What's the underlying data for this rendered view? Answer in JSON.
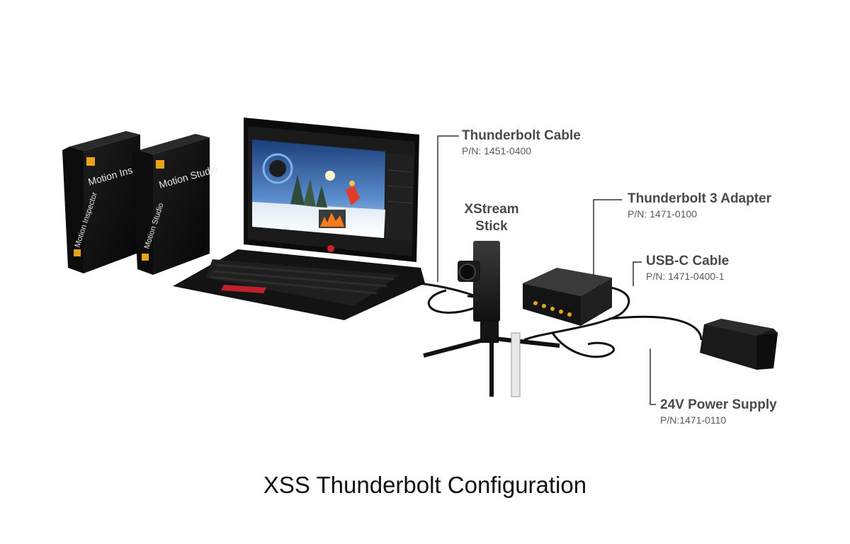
{
  "components": {
    "thunderbolt_cable": {
      "name": "Thunderbolt Cable",
      "pn": "P/N: 1451-0400"
    },
    "tb3_adapter": {
      "name": "Thunderbolt 3 Adapter",
      "pn": "P/N: 1471-0100"
    },
    "usbc_cable": {
      "name": "USB-C Cable",
      "pn": "P/N: 1471-0400-1"
    },
    "power_supply": {
      "name": "24V Power Supply",
      "pn": "P/N:1471-0110"
    },
    "xstream_stick": {
      "line1": "XStream",
      "line2": "Stick"
    }
  },
  "software_boxes": {
    "box1": {
      "title": "Motion Inspec",
      "spine": "Motion Inspector"
    },
    "box2": {
      "title": "Motion Studio",
      "spine": "Motion Studio"
    }
  },
  "caption": "XSS Thunderbolt Configuration",
  "colors": {
    "label_text": "#4a4a4a",
    "product_black": "#111111",
    "accent_yellow": "#e8a317",
    "record_red": "#d0202a"
  }
}
